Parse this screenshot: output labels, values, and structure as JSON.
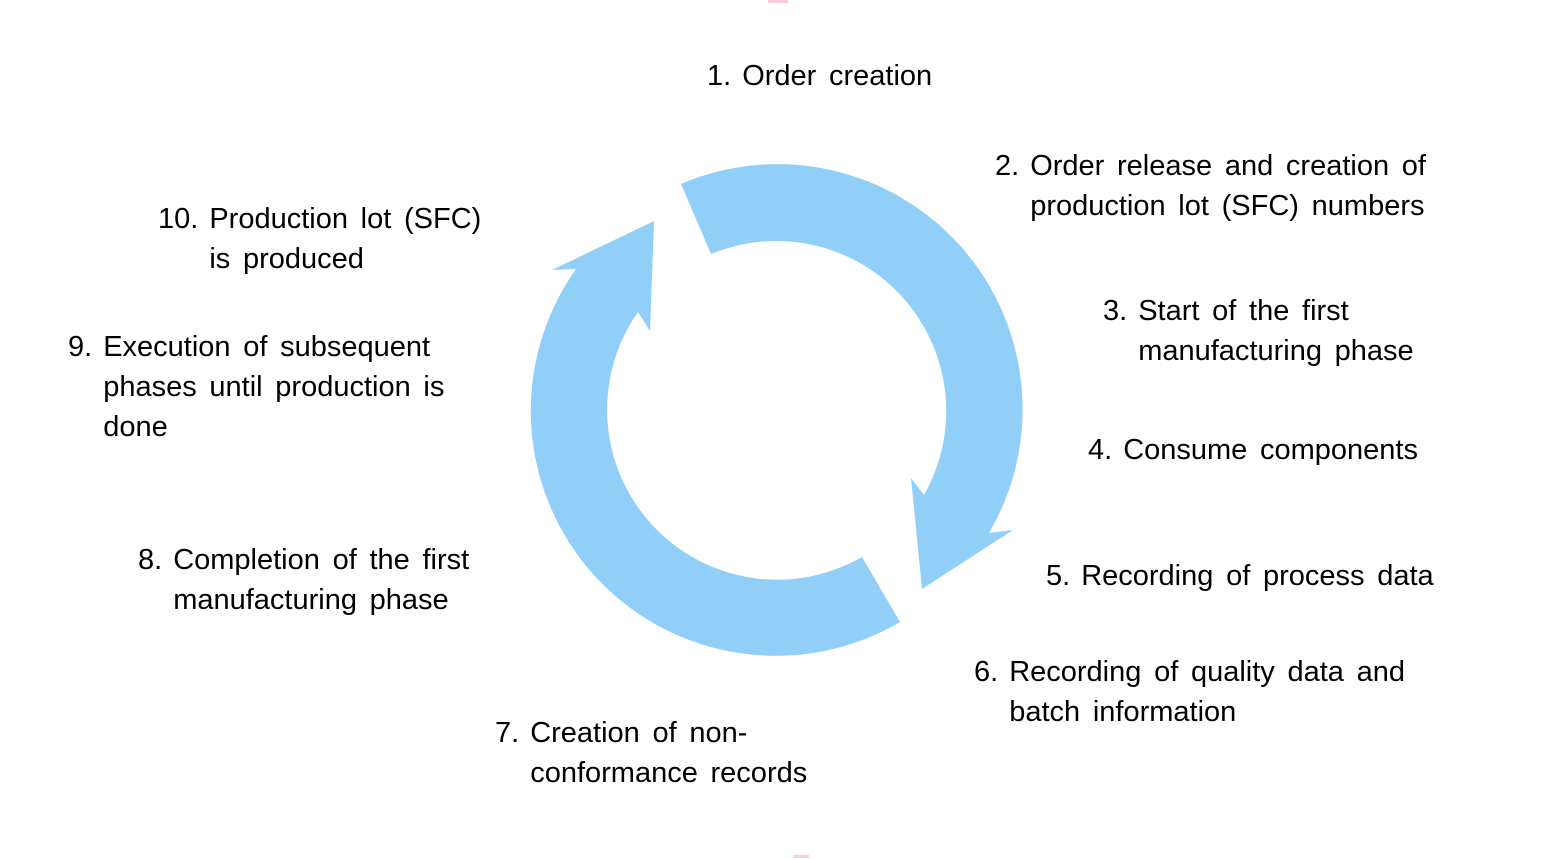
{
  "diagram": {
    "type": "cycle",
    "direction": "clockwise",
    "arrow_segments": 2,
    "step_count": 10
  },
  "colors": {
    "arrow": "#92CFF8",
    "pink_accent": "#F8CCDC",
    "text": "#000000",
    "background": "#FFFFFF"
  },
  "steps": [
    {
      "num": "1.",
      "text": "Order creation"
    },
    {
      "num": "2.",
      "text": "Order release and creation of\nproduction lot (SFC) numbers"
    },
    {
      "num": "3.",
      "text": "Start of the first\nmanufacturing phase"
    },
    {
      "num": "4.",
      "text": "Consume components"
    },
    {
      "num": "5.",
      "text": "Recording of process data"
    },
    {
      "num": "6.",
      "text": "Recording of quality data and\nbatch information"
    },
    {
      "num": "7.",
      "text": "Creation of non-\nconformance records"
    },
    {
      "num": "8.",
      "text": "Completion of the first\nmanufacturing phase"
    },
    {
      "num": "9.",
      "text": "Execution of subsequent\nphases until production is\ndone"
    },
    {
      "num": "10.",
      "text": "Production lot (SFC)\nis produced"
    }
  ]
}
